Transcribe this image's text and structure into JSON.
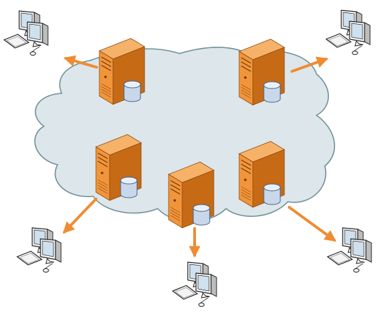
{
  "colors": {
    "background": "#ffffff",
    "cloud_fill": "#dde6ea",
    "cloud_stroke": "#6f8f98",
    "arrow": "#ef8c32",
    "server_front": "#f2953a",
    "server_side": "#c76a16",
    "server_top": "#f7b26a",
    "disk_body": "#c9d7ea",
    "disk_top": "#e9f0f8",
    "disk_stroke": "#3f5f86",
    "computer_fill": "#f4f4f4",
    "computer_stroke": "#222222",
    "screen_fill": "#cfe1ee"
  },
  "icons": {
    "network": "cloud-icon",
    "server": "server-tower-icon",
    "database": "database-cylinder-icon",
    "client": "desktop-computer-icon",
    "link": "arrow-icon"
  },
  "diagram": {
    "servers": [
      {
        "id": "server-top-left",
        "has_database": true
      },
      {
        "id": "server-top-right",
        "has_database": true
      },
      {
        "id": "server-mid-left",
        "has_database": true
      },
      {
        "id": "server-center",
        "has_database": true
      },
      {
        "id": "server-mid-right",
        "has_database": true
      }
    ],
    "clients": [
      {
        "id": "client-top-left"
      },
      {
        "id": "client-top-right"
      },
      {
        "id": "client-bottom-left"
      },
      {
        "id": "client-bottom-center"
      },
      {
        "id": "client-bottom-right"
      }
    ],
    "links": [
      {
        "from": "server-top-left",
        "to": "client-top-left"
      },
      {
        "from": "server-top-right",
        "to": "client-top-right"
      },
      {
        "from": "server-mid-left",
        "to": "client-bottom-left"
      },
      {
        "from": "server-center",
        "to": "client-bottom-center"
      },
      {
        "from": "server-mid-right",
        "to": "client-bottom-right"
      }
    ]
  }
}
